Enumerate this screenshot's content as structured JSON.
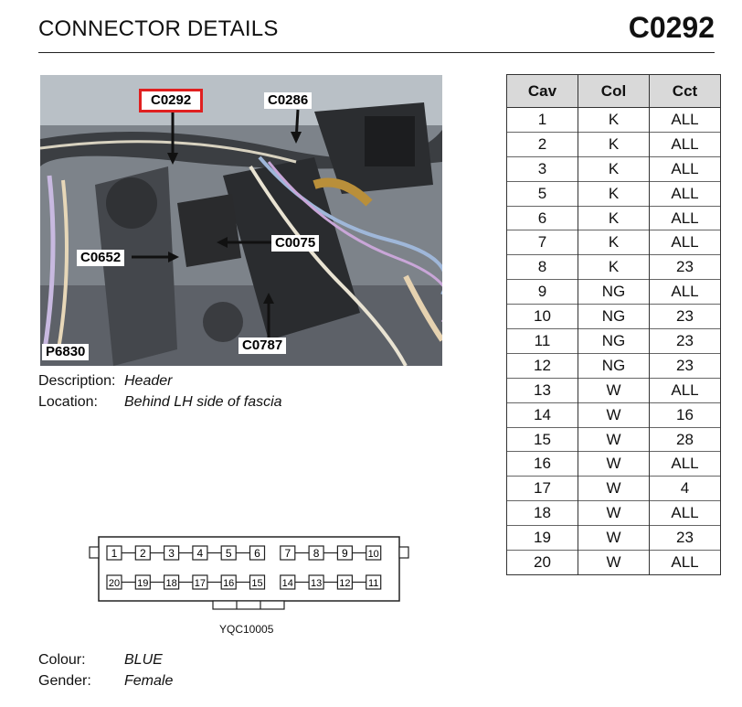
{
  "header": {
    "title": "CONNECTOR DETAILS",
    "connector_code": "C0292"
  },
  "photo": {
    "labels": {
      "c0292": "C0292",
      "c0286": "C0286",
      "c0652": "C0652",
      "c0075": "C0075",
      "c0787": "C0787",
      "p6830": "P6830"
    },
    "highlight_color": "#e02020"
  },
  "info": {
    "description_label": "Description:",
    "description_value": "Header",
    "location_label": "Location:",
    "location_value": "Behind LH side of fascia",
    "colour_label": "Colour:",
    "colour_value": "BLUE",
    "gender_label": "Gender:",
    "gender_value": "Female"
  },
  "table": {
    "headers": [
      "Cav",
      "Col",
      "Cct"
    ],
    "rows": [
      [
        "1",
        "K",
        "ALL"
      ],
      [
        "2",
        "K",
        "ALL"
      ],
      [
        "3",
        "K",
        "ALL"
      ],
      [
        "5",
        "K",
        "ALL"
      ],
      [
        "6",
        "K",
        "ALL"
      ],
      [
        "7",
        "K",
        "ALL"
      ],
      [
        "8",
        "K",
        "23"
      ],
      [
        "9",
        "NG",
        "ALL"
      ],
      [
        "10",
        "NG",
        "23"
      ],
      [
        "11",
        "NG",
        "23"
      ],
      [
        "12",
        "NG",
        "23"
      ],
      [
        "13",
        "W",
        "ALL"
      ],
      [
        "14",
        "W",
        "16"
      ],
      [
        "15",
        "W",
        "28"
      ],
      [
        "16",
        "W",
        "ALL"
      ],
      [
        "17",
        "W",
        "4"
      ],
      [
        "18",
        "W",
        "ALL"
      ],
      [
        "19",
        "W",
        "23"
      ],
      [
        "20",
        "W",
        "ALL"
      ]
    ]
  },
  "diagram": {
    "top_row": [
      "1",
      "2",
      "3",
      "4",
      "5",
      "6",
      "7",
      "8",
      "9",
      "10"
    ],
    "bottom_row": [
      "20",
      "19",
      "18",
      "17",
      "16",
      "15",
      "14",
      "13",
      "12",
      "11"
    ],
    "caption": "YQC10005"
  }
}
